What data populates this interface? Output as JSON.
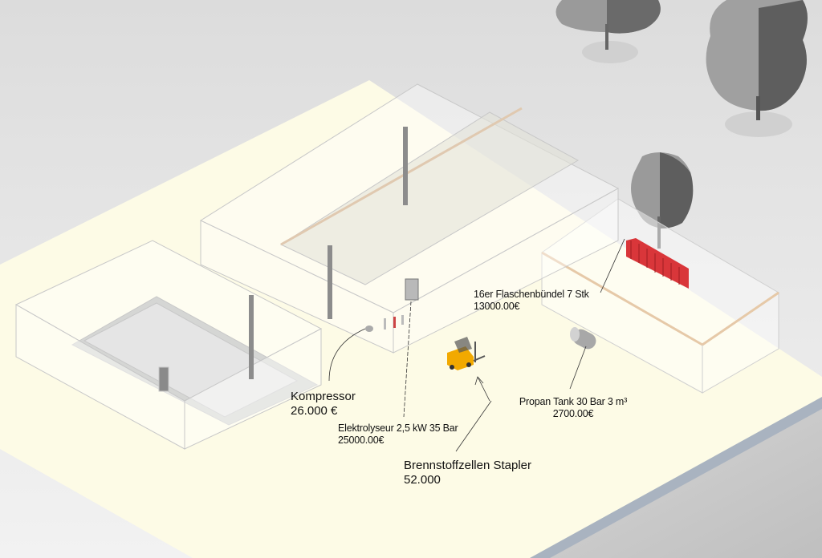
{
  "labels": {
    "kompressor": {
      "name": "Kompressor",
      "price": "26.000 €"
    },
    "elektrolyseur": {
      "name": "Elektrolyseur 2,5 kW 35 Bar",
      "price": "25000.00€"
    },
    "stapler": {
      "name": "Brennstoffzellen Stapler",
      "price": "52.000"
    },
    "flaschen": {
      "name": "16er Flaschenbündel 7 Stk",
      "price": "13000.00€"
    },
    "propan": {
      "name": "Propan Tank 30 Bar 3 m³",
      "price": "2700.00€"
    }
  },
  "colors": {
    "ground": "#fdfbe6",
    "forklift": "#f2a900",
    "bottles": "#d9363a",
    "tree": "#8a8a8a"
  }
}
